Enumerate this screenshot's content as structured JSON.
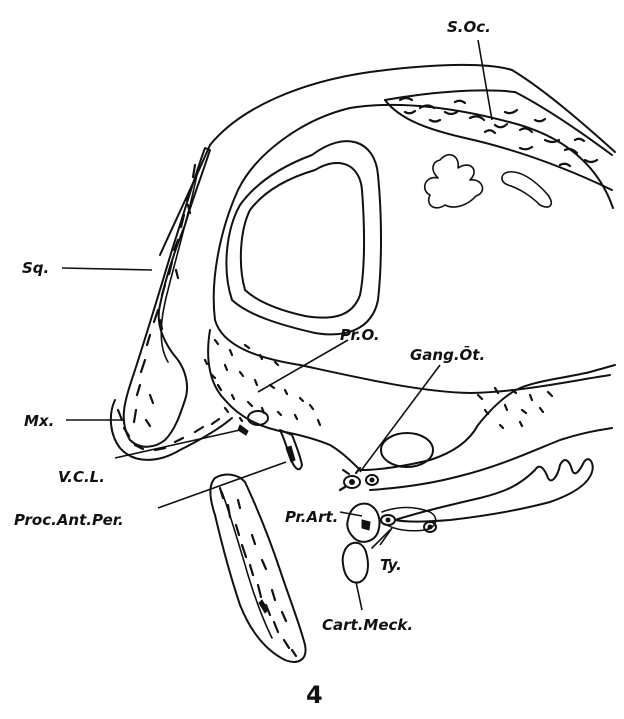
{
  "figure": {
    "number": "4",
    "labels": {
      "s_oc": "S.Oc.",
      "sq": "Sq.",
      "pr_o": "Pr.O.",
      "gang_ot": "Gang.Ōt.",
      "mx": "Mx.",
      "vcl": "V.C.L.",
      "proc_ant_per": "Proc.Ant.Per.",
      "pr_art": "Pr.Art.",
      "ty": "Ty.",
      "cart_meck": "Cart.Meck."
    }
  }
}
